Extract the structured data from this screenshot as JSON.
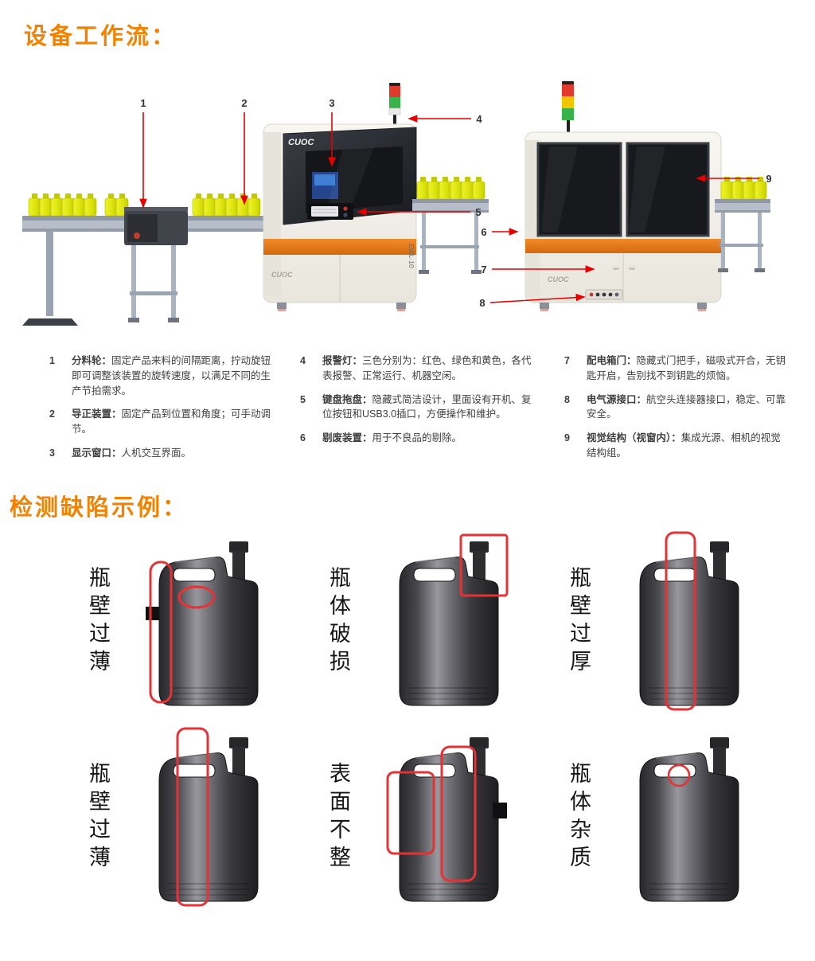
{
  "titles": {
    "workflow": "设备工作流：",
    "defects": "检测缺陷示例："
  },
  "machine": {
    "brand": "CUOC",
    "model": "EWL-10"
  },
  "callouts": [
    "1",
    "2",
    "3",
    "4",
    "5",
    "6",
    "7",
    "8",
    "9"
  ],
  "legend": {
    "items": [
      {
        "num": "1",
        "term": "分料轮：",
        "desc": "固定产品来料的间隔距离，拧动旋钮即可调整该装置的旋转速度，以满足不同的生产节拍需求。"
      },
      {
        "num": "2",
        "term": "导正装置：",
        "desc": "固定产品到位置和角度；可手动调节。"
      },
      {
        "num": "3",
        "term": "显示窗口：",
        "desc": "人机交互界面。"
      },
      {
        "num": "4",
        "term": "报警灯：",
        "desc": "三色分别为：红色、绿色和黄色，各代表报警、正常运行、机器空闲。"
      },
      {
        "num": "5",
        "term": "键盘拖盘：",
        "desc": "隐藏式简洁设计，里面设有开机、复位按钮和USB3.0插口，方便操作和维护。"
      },
      {
        "num": "6",
        "term": "剔废装置：",
        "desc": "用于不良品的剔除。"
      },
      {
        "num": "7",
        "term": "配电箱门：",
        "desc": "隐藏式门把手，磁吸式开合，无钥匙开启，告别找不到钥匙的烦恼。"
      },
      {
        "num": "8",
        "term": "电气源接口：",
        "desc": "航空头连接器接口，稳定、可靠安全。"
      },
      {
        "num": "9",
        "term": "视觉结构（视窗内）：",
        "desc": "集成光源、相机的视觉结构组。"
      }
    ]
  },
  "defects": {
    "items": [
      {
        "label": "瓶壁过薄"
      },
      {
        "label": "瓶体破损"
      },
      {
        "label": "瓶壁过厚"
      },
      {
        "label": "瓶壁过薄"
      },
      {
        "label": "表面不整"
      },
      {
        "label": "瓶体杂质"
      }
    ]
  },
  "colors": {
    "accent_orange": "#F28200",
    "machine_stripe_orange": "#E8751A",
    "annotation_red": "#E53235",
    "callout_red": "#E60000",
    "bottle_yellow": "#E3EA12",
    "status_red": "#E23B2E",
    "status_yellow": "#F2C500",
    "status_green": "#37B34A"
  }
}
